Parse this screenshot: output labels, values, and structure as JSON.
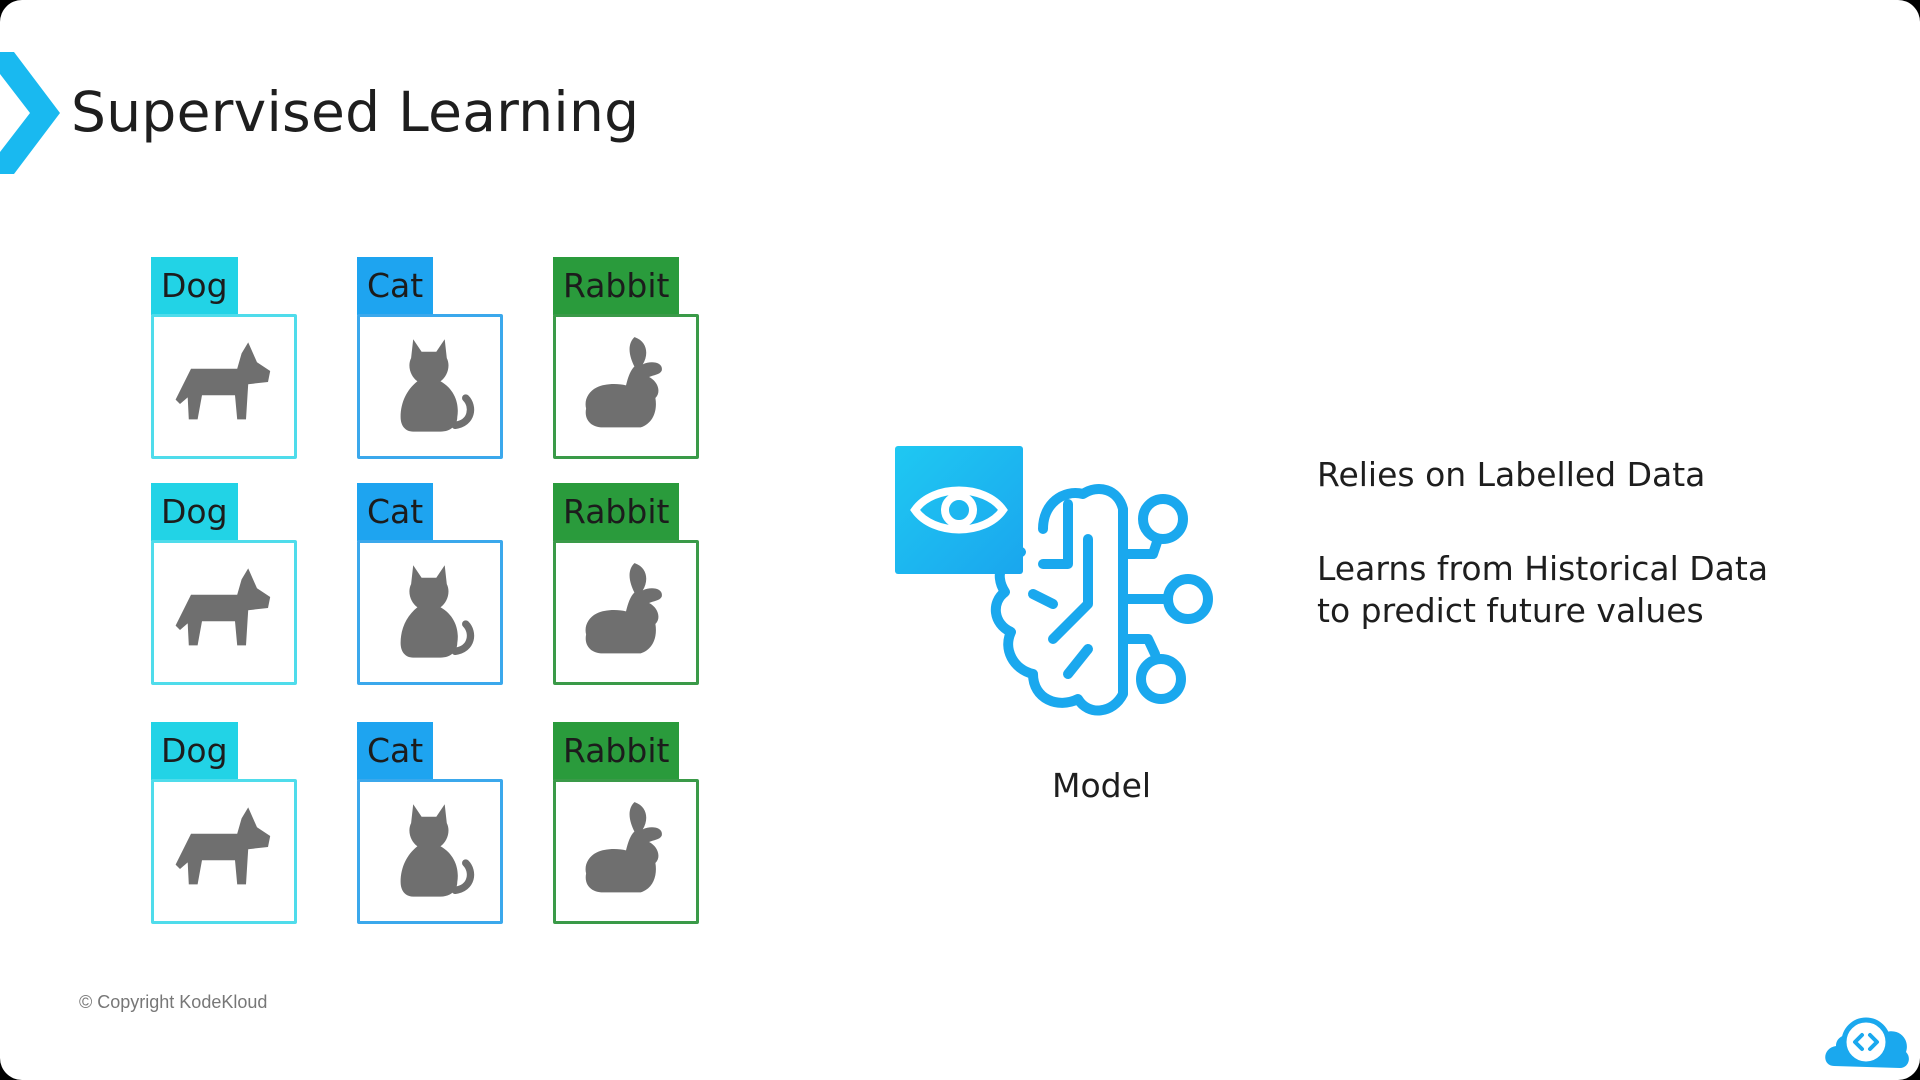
{
  "slide": {
    "title": "Supervised Learning",
    "copyright": "© Copyright KodeKloud"
  },
  "cards": {
    "row1": {
      "dog": "Dog",
      "cat": "Cat",
      "rabbit": "Rabbit"
    },
    "row2": {
      "dog": "Dog",
      "cat": "Cat",
      "rabbit": "Rabbit"
    },
    "row3": {
      "dog": "Dog",
      "cat": "Cat",
      "rabbit": "Rabbit"
    }
  },
  "model": {
    "label": "Model",
    "icon": "eye-brain-icon"
  },
  "points": {
    "first": "Relies on Labelled Data",
    "second_line1": "Learns from Historical Data",
    "second_line2": "to predict future values"
  },
  "colors": {
    "dog": "#22d3e6",
    "cat": "#1ea4f0",
    "rabbit": "#2a9b3c",
    "accent": "#19b9f0"
  }
}
